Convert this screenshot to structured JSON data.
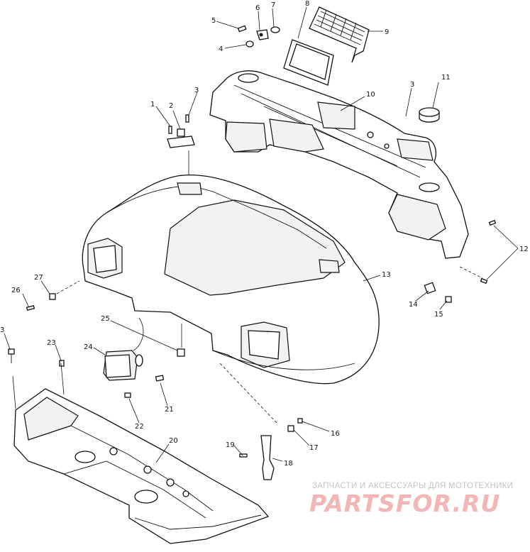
{
  "callouts": {
    "c1": "1",
    "c2": "2",
    "c3a": "3",
    "c3b": "3",
    "c3c": "3",
    "c4": "4",
    "c5": "5",
    "c6": "6",
    "c7": "7",
    "c8": "8",
    "c9": "9",
    "c10": "10",
    "c11": "11",
    "c12": "12",
    "c13": "13",
    "c14": "14",
    "c15": "15",
    "c16": "16",
    "c17": "17",
    "c18": "18",
    "c19": "19",
    "c20": "20",
    "c21": "21",
    "c22": "22",
    "c23": "23",
    "c24": "24",
    "c25": "25",
    "c26": "26",
    "c27": "27"
  },
  "watermark": {
    "subtitle": "ЗАПЧАСТИ И АКСЕССУАРЫ ДЛЯ МОТОТЕХНИКИ",
    "logo": "PARTSFOR.RU"
  },
  "colors": {
    "line": "#111111",
    "watermark_logo": "#f2b6b6",
    "watermark_text": "#c4c4c4"
  }
}
